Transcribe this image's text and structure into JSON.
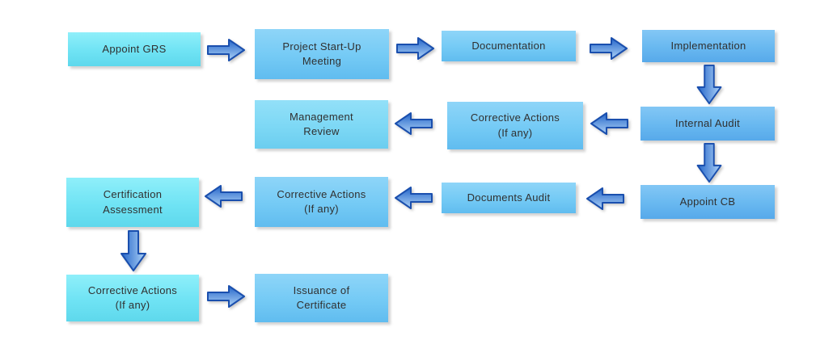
{
  "diagram": {
    "type": "flowchart",
    "background": "#ffffff",
    "nodes": [
      {
        "id": "appoint-grs",
        "label": "Appoint GRS",
        "color": "cyan"
      },
      {
        "id": "project-start-up-meeting",
        "label": "Project Start-Up\nMeeting",
        "color": "sky"
      },
      {
        "id": "documentation",
        "label": "Documentation",
        "color": "sky"
      },
      {
        "id": "implementation",
        "label": "Implementation",
        "color": "blue"
      },
      {
        "id": "management-review",
        "label": "Management\nReview",
        "color": "cyansky"
      },
      {
        "id": "corrective-actions-1",
        "label": "Corrective Actions\n(If any)",
        "color": "sky"
      },
      {
        "id": "internal-audit",
        "label": "Internal Audit",
        "color": "blue"
      },
      {
        "id": "certification-assessment",
        "label": "Certification\nAssessment",
        "color": "cyan"
      },
      {
        "id": "corrective-actions-2",
        "label": "Corrective Actions\n(If any)",
        "color": "sky"
      },
      {
        "id": "documents-audit",
        "label": "Documents Audit",
        "color": "sky"
      },
      {
        "id": "appoint-cb",
        "label": "Appoint CB",
        "color": "blue"
      },
      {
        "id": "corrective-actions-3",
        "label": "Corrective Actions\n(If any)",
        "color": "cyan"
      },
      {
        "id": "issuance-of-certificate",
        "label": "Issuance of\nCertificate",
        "color": "sky"
      }
    ],
    "connections": [
      {
        "from": "appoint-grs",
        "to": "project-start-up-meeting",
        "direction": "right"
      },
      {
        "from": "project-start-up-meeting",
        "to": "documentation",
        "direction": "right"
      },
      {
        "from": "documentation",
        "to": "implementation",
        "direction": "right"
      },
      {
        "from": "implementation",
        "to": "internal-audit",
        "direction": "down"
      },
      {
        "from": "internal-audit",
        "to": "corrective-actions-1",
        "direction": "left"
      },
      {
        "from": "corrective-actions-1",
        "to": "management-review",
        "direction": "left"
      },
      {
        "from": "internal-audit",
        "to": "appoint-cb",
        "direction": "down"
      },
      {
        "from": "appoint-cb",
        "to": "documents-audit",
        "direction": "left"
      },
      {
        "from": "documents-audit",
        "to": "corrective-actions-2",
        "direction": "left"
      },
      {
        "from": "corrective-actions-2",
        "to": "certification-assessment",
        "direction": "left"
      },
      {
        "from": "certification-assessment",
        "to": "corrective-actions-3",
        "direction": "down"
      },
      {
        "from": "corrective-actions-3",
        "to": "issuance-of-certificate",
        "direction": "right"
      }
    ],
    "colors": {
      "box_cyan_light": "#8FEFFA",
      "box_cyan": "#6FE3F4",
      "box_cyan_deep": "#5ED8EC",
      "box_cyansky_light": "#93E0F8",
      "box_cyansky": "#7DD8F5",
      "box_cyansky_deep": "#6BCDEF",
      "box_sky_light": "#8ED5F8",
      "box_sky": "#74CAF5",
      "box_sky_deep": "#60BCEF",
      "box_blue_light": "#83C7F5",
      "box_blue": "#68B8F0",
      "box_blue_deep": "#57A9EA",
      "arrow_dark": "#2465C9",
      "arrow_light": "#AED3F7",
      "arrow_border": "#1A4FAE",
      "text": "#303030"
    }
  }
}
